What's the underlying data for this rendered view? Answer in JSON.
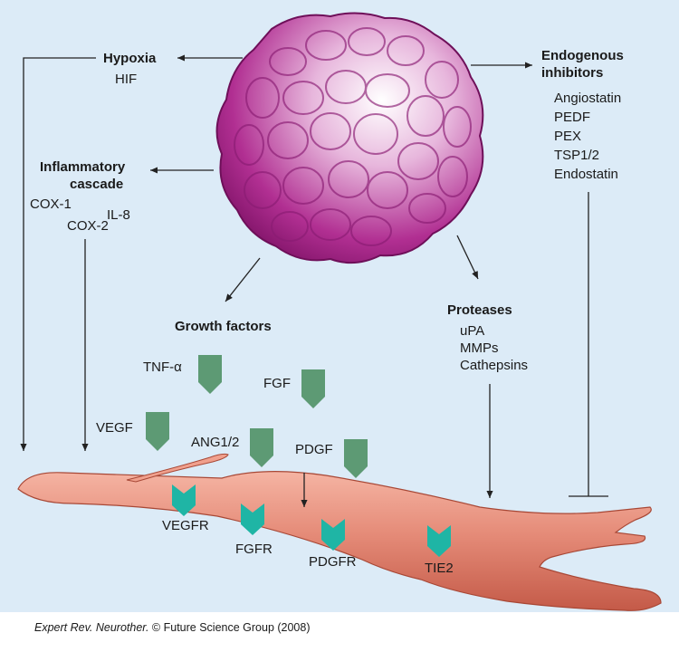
{
  "hypoxia": {
    "title": "Hypoxia",
    "items": [
      "HIF"
    ]
  },
  "inflammatory": {
    "title_line1": "Inflammatory",
    "title_line2": "cascade",
    "items": [
      "COX-1",
      "IL-8",
      "COX-2"
    ]
  },
  "endogenous": {
    "title_line1": "Endogenous",
    "title_line2": "inhibitors",
    "items": [
      "Angiostatin",
      "PEDF",
      "PEX",
      "TSP1/2",
      "Endostatin"
    ]
  },
  "growth_factors": {
    "title": "Growth factors",
    "items": [
      "TNF-α",
      "FGF",
      "VEGF",
      "ANG1/2",
      "PDGF"
    ]
  },
  "proteases": {
    "title": "Proteases",
    "items": [
      "uPA",
      "MMPs",
      "Cathepsins"
    ]
  },
  "receptors": [
    "VEGFR",
    "FGFR",
    "PDGFR",
    "TIE2"
  ],
  "credit": {
    "journal": "Expert Rev. Neurother.",
    "rest": " © Future Science Group (2008)"
  },
  "colors": {
    "background": "#dcebf7",
    "tumor": "#b3288f",
    "factor": "#5d9a74",
    "receptor": "#1fb5a5",
    "vessel": "#e58b78"
  }
}
